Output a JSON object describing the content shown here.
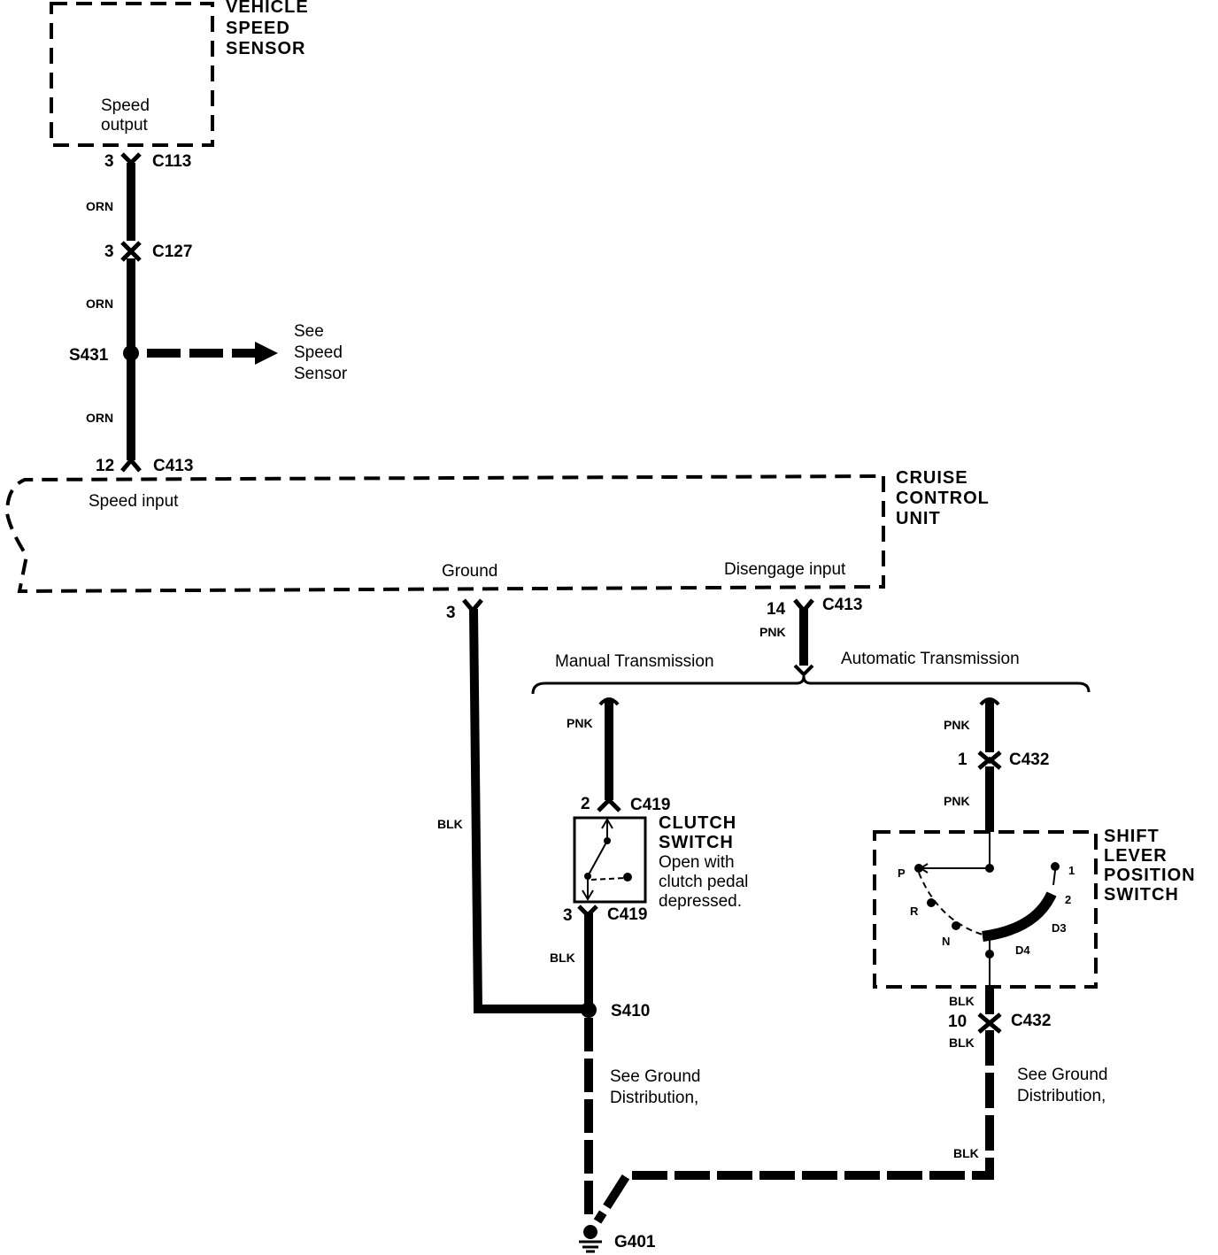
{
  "vehicle_speed_sensor": {
    "title_lines": [
      "VEHICLE",
      "SPEED",
      "SENSOR"
    ],
    "terminal_lines": [
      "Speed",
      "output"
    ]
  },
  "connectors": {
    "c113": {
      "pin": "3",
      "name": "C113"
    },
    "c127": {
      "pin": "3",
      "name": "C127"
    },
    "c413_speed": {
      "pin": "12",
      "name": "C413"
    },
    "c413_ground": {
      "pin": "3"
    },
    "c413_disengage": {
      "pin": "14",
      "name": "C413"
    },
    "c419_top": {
      "pin": "2",
      "name": "C419"
    },
    "c419_bottom": {
      "pin": "3",
      "name": "C419"
    },
    "c432_top": {
      "pin": "1",
      "name": "C432"
    },
    "c432_bottom": {
      "pin": "10",
      "name": "C432"
    }
  },
  "wire_colors": {
    "orn": "ORN",
    "pnk": "PNK",
    "blk": "BLK"
  },
  "splices": {
    "s431": "S431",
    "s410": "S410"
  },
  "references": {
    "see_speed_sensor": [
      "See",
      "Speed",
      "Sensor"
    ],
    "see_ground_left": [
      "See Ground",
      "Distribution,"
    ],
    "see_ground_right": [
      "See Ground",
      "Distribution,"
    ]
  },
  "cruise_control_unit": {
    "title_lines": [
      "CRUISE",
      "CONTROL",
      "UNIT"
    ],
    "speed_input": "Speed input",
    "ground": "Ground",
    "disengage_input": "Disengage input"
  },
  "branches": {
    "manual": "Manual Transmission",
    "automatic": "Automatic Transmission"
  },
  "clutch_switch": {
    "title_lines": [
      "CLUTCH",
      "SWITCH"
    ],
    "desc_lines": [
      "Open with",
      "clutch pedal",
      "depressed."
    ]
  },
  "shift_lever_switch": {
    "title_lines": [
      "SHIFT",
      "LEVER",
      "POSITION",
      "SWITCH"
    ],
    "positions": {
      "p": "P",
      "r": "R",
      "n": "N",
      "d4": "D4",
      "d3": "D3",
      "two": "2",
      "one": "1"
    }
  },
  "ground": {
    "name": "G401"
  }
}
